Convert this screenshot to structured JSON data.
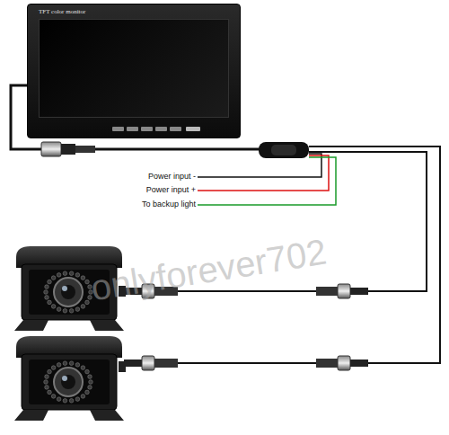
{
  "diagram": {
    "nodes": [
      {
        "text": [
          "TFT color monitor"
        ]
      }
    ],
    "labels": [
      "Power input -",
      "Power input +",
      "To backup light",
      "onlyforever702"
    ]
  }
}
